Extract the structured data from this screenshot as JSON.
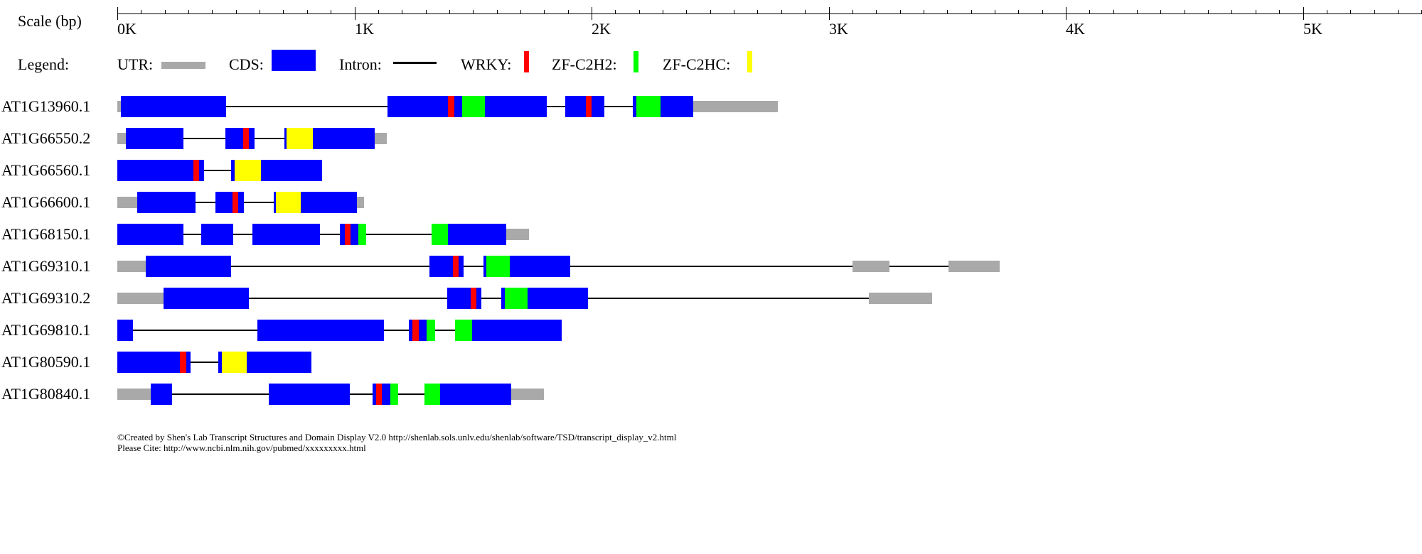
{
  "scale": {
    "label": "Scale (bp)",
    "tick_labels": [
      {
        "bp": 0,
        "text": "0K"
      },
      {
        "bp": 1000,
        "text": "1K"
      },
      {
        "bp": 2000,
        "text": "2K"
      },
      {
        "bp": 3000,
        "text": "3K"
      },
      {
        "bp": 4000,
        "text": "4K"
      },
      {
        "bp": 5000,
        "text": "5K"
      }
    ],
    "max_bp": 5600,
    "minor_tick_bp": 100
  },
  "legend": {
    "title": "Legend:",
    "items": [
      {
        "key": "utr",
        "label": "UTR:",
        "color": "#a9a9a9",
        "shape": "utr"
      },
      {
        "key": "cds",
        "label": "CDS:",
        "color": "#0000ff",
        "shape": "cds"
      },
      {
        "key": "intron",
        "label": "Intron:",
        "color": "#000000",
        "shape": "intron"
      },
      {
        "key": "wrky",
        "label": "WRKY:",
        "color": "#ff0000",
        "shape": "domain"
      },
      {
        "key": "zf_c2h2",
        "label": "ZF-C2H2:",
        "color": "#00ff00",
        "shape": "domain"
      },
      {
        "key": "zf_c2hc",
        "label": "ZF-C2HC:",
        "color": "#ffff00",
        "shape": "domain"
      }
    ]
  },
  "colors": {
    "utr": "#a9a9a9",
    "cds": "#0000ff",
    "intron": "#000000",
    "wrky": "#ff0000",
    "zf_c2h2": "#00ff00",
    "zf_c2hc": "#ffff00"
  },
  "transcripts": [
    {
      "id": "AT1G13960.1",
      "span": [
        0,
        2785
      ],
      "utr": [
        [
          0,
          15
        ],
        [
          2430,
          2785
        ]
      ],
      "cds": [
        [
          15,
          460
        ],
        [
          1140,
          1810
        ],
        [
          1890,
          2055
        ],
        [
          2175,
          2430
        ]
      ],
      "domains": [
        [
          "wrky",
          1395,
          1420
        ],
        [
          "zf_c2h2",
          1455,
          1550
        ],
        [
          "wrky",
          1975,
          2000
        ],
        [
          "zf_c2h2",
          2190,
          2290
        ]
      ]
    },
    {
      "id": "AT1G66550.2",
      "span": [
        0,
        1135
      ],
      "utr": [
        [
          0,
          35
        ],
        [
          1085,
          1135
        ]
      ],
      "cds": [
        [
          35,
          280
        ],
        [
          455,
          580
        ],
        [
          705,
          1085
        ]
      ],
      "domains": [
        [
          "wrky",
          530,
          555
        ],
        [
          "zf_c2hc",
          715,
          825
        ]
      ]
    },
    {
      "id": "AT1G66560.1",
      "span": [
        0,
        865
      ],
      "utr": [],
      "cds": [
        [
          0,
          365
        ],
        [
          480,
          865
        ]
      ],
      "domains": [
        [
          "wrky",
          320,
          345
        ],
        [
          "zf_c2hc",
          495,
          605
        ]
      ]
    },
    {
      "id": "AT1G66600.1",
      "span": [
        0,
        1040
      ],
      "utr": [
        [
          0,
          85
        ],
        [
          1010,
          1040
        ]
      ],
      "cds": [
        [
          85,
          330
        ],
        [
          415,
          535
        ],
        [
          660,
          1010
        ]
      ],
      "domains": [
        [
          "wrky",
          485,
          510
        ],
        [
          "zf_c2hc",
          670,
          775
        ]
      ]
    },
    {
      "id": "AT1G68150.1",
      "span": [
        0,
        1735
      ],
      "utr": [
        [
          1640,
          1735
        ]
      ],
      "cds": [
        [
          0,
          280
        ],
        [
          355,
          490
        ],
        [
          570,
          855
        ],
        [
          940,
          1050
        ],
        [
          1325,
          1640
        ]
      ],
      "domains": [
        [
          "wrky",
          960,
          985
        ],
        [
          "zf_c2h2",
          1015,
          1050
        ],
        [
          "zf_c2h2",
          1325,
          1395
        ]
      ]
    },
    {
      "id": "AT1G69310.1",
      "span": [
        0,
        3720
      ],
      "utr": [
        [
          0,
          120
        ],
        [
          3100,
          3255
        ],
        [
          3505,
          3720
        ]
      ],
      "cds": [
        [
          120,
          480
        ],
        [
          1315,
          1460
        ],
        [
          1545,
          1910
        ]
      ],
      "domains": [
        [
          "wrky",
          1415,
          1440
        ],
        [
          "zf_c2h2",
          1555,
          1655
        ]
      ]
    },
    {
      "id": "AT1G69310.2",
      "span": [
        0,
        3435
      ],
      "utr": [
        [
          0,
          195
        ],
        [
          3170,
          3435
        ]
      ],
      "cds": [
        [
          195,
          555
        ],
        [
          1390,
          1535
        ],
        [
          1620,
          1985
        ]
      ],
      "domains": [
        [
          "wrky",
          1490,
          1515
        ],
        [
          "zf_c2h2",
          1635,
          1730
        ]
      ]
    },
    {
      "id": "AT1G69810.1",
      "span": [
        0,
        1875
      ],
      "utr": [],
      "cds": [
        [
          0,
          65
        ],
        [
          590,
          1125
        ],
        [
          1230,
          1340
        ],
        [
          1425,
          1875
        ]
      ],
      "domains": [
        [
          "wrky",
          1245,
          1270
        ],
        [
          "zf_c2h2",
          1305,
          1340
        ],
        [
          "zf_c2h2",
          1425,
          1495
        ]
      ]
    },
    {
      "id": "AT1G80590.1",
      "span": [
        0,
        820
      ],
      "utr": [],
      "cds": [
        [
          0,
          310
        ],
        [
          425,
          820
        ]
      ],
      "domains": [
        [
          "wrky",
          265,
          290
        ],
        [
          "zf_c2hc",
          440,
          545
        ]
      ]
    },
    {
      "id": "AT1G80840.1",
      "span": [
        0,
        1800
      ],
      "utr": [
        [
          0,
          140
        ],
        [
          1660,
          1800
        ]
      ],
      "cds": [
        [
          140,
          230
        ],
        [
          640,
          980
        ],
        [
          1075,
          1185
        ],
        [
          1295,
          1660
        ]
      ],
      "domains": [
        [
          "wrky",
          1090,
          1115
        ],
        [
          "zf_c2h2",
          1150,
          1185
        ],
        [
          "zf_c2h2",
          1295,
          1360
        ]
      ]
    }
  ],
  "footer": {
    "line1": "©Created by Shen's Lab Transcript Structures and Domain Display V2.0 http://shenlab.sols.unlv.edu/shenlab/software/TSD/transcript_display_v2.html",
    "line2": "Please Cite: http://www.ncbi.nlm.nih.gov/pubmed/xxxxxxxxx.html"
  }
}
